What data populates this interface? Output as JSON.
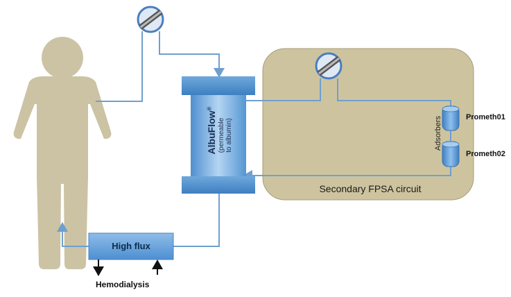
{
  "labels": {
    "albuflow": "AlbuFlow",
    "albuflow_mark": "®",
    "albuflow_note_line1": "(permeable",
    "albuflow_note_line2": "to albumin)",
    "adsorbers": "Adsorbers",
    "prometh1": "Prometh01",
    "prometh2": "Prometh02",
    "secondary_circuit": "Secondary FPSA circuit",
    "high_flux": "High flux",
    "hemodialysis": "Hemodialysis"
  },
  "icons": {
    "patient": "person-silhouette-icon",
    "pump": "pump-icon",
    "arrow": "flow-arrow-icon"
  },
  "colors": {
    "patient": "#cbc3a4",
    "secondary_circuit": "#cdc49f",
    "circuit_border": "#a79d7b",
    "line": "#6f9fcf",
    "module_fill": "#5b9bd5",
    "module_light": "#a9cdf0",
    "cap": "#5796cf",
    "adsorber": "#4f8fd0",
    "pump_ring": "#4a7ec0"
  }
}
